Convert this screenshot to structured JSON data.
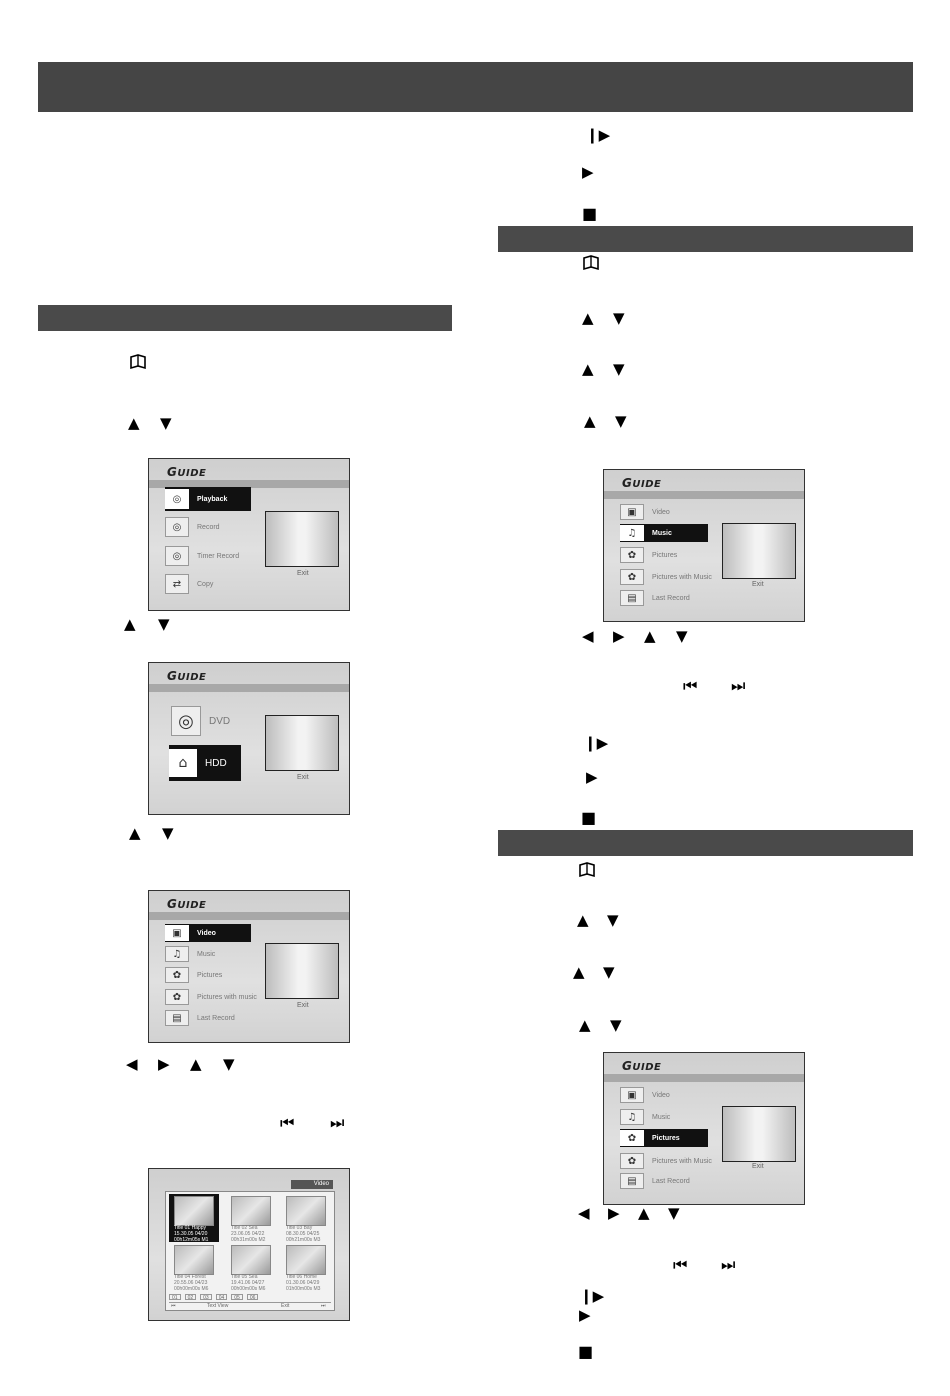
{
  "glyphs": {
    "tri_up": "▲",
    "tri_down": "▼",
    "tri_left": "◀",
    "tri_right": "▶",
    "play": "▶",
    "stop": "■",
    "step": "❙▶",
    "prev": "⏮",
    "next": "⏭",
    "guide_key": "book-icon"
  },
  "guide_screens": {
    "logo_first": "G",
    "logo_rest": "UIDE",
    "exit": "Exit",
    "main_menu": [
      "Playback",
      "Record",
      "Timer Record",
      "Copy"
    ],
    "media_menu": [
      "DVD",
      "HDD"
    ],
    "type_menu_left": [
      "Video",
      "Music",
      "Pictures",
      "Pictures with music",
      "Last Record"
    ],
    "type_menu_right": [
      "Video",
      "Music",
      "Pictures",
      "Pictures with Music",
      "Last Record"
    ]
  },
  "thumbnail_browser": {
    "header_label": "Video",
    "cells": [
      {
        "line1": "Title 01 Happy",
        "line2": "15.30.05 04/20",
        "line3": "00h12m05s M1"
      },
      {
        "line1": "Title 02 Sea",
        "line2": "23.06.05 04/22",
        "line3": "00h31m00s M2"
      },
      {
        "line1": "Title 03 Bay",
        "line2": "08.30.05 04/25",
        "line3": "00h21m00s M3"
      },
      {
        "line1": "Title 04 Forest",
        "line2": "20.55.06 04/23",
        "line3": "00h00m00s M6"
      },
      {
        "line1": "Title 05 Sea",
        "line2": "19.41.06 04/27",
        "line3": "00h00m00s M6"
      },
      {
        "line1": "Title 06 Home",
        "line2": "01.30.06 04/29",
        "line3": "01h00m00s M3"
      }
    ],
    "pages": [
      "01",
      "02",
      "03",
      "04",
      "05",
      "06"
    ],
    "footer": {
      "left": "⏮",
      "text_view": "Text View",
      "exit": "Exit",
      "right": "⏭"
    }
  }
}
